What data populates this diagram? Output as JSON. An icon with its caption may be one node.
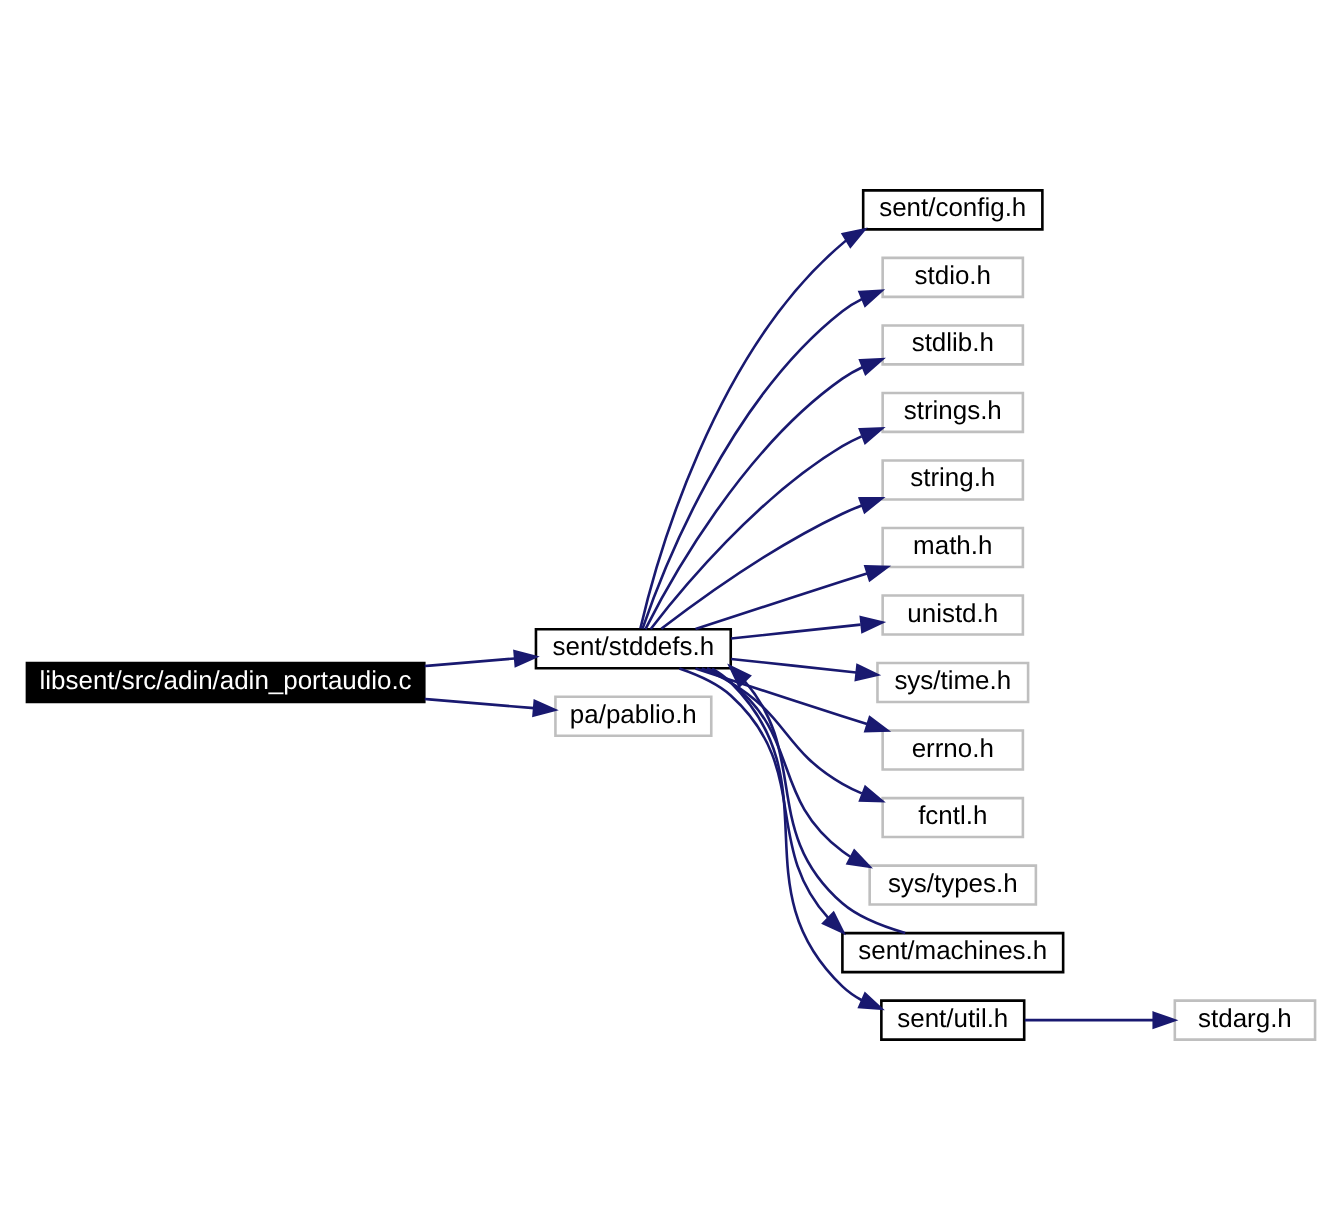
{
  "diagram": {
    "nodes": [
      {
        "text": [
          "libsent/src/adin/adin_portaudio.c"
        ]
      },
      {
        "text": [
          "sent/stddefs.h"
        ]
      },
      {
        "text": [
          "pa/pablio.h"
        ]
      },
      {
        "text": [
          "sent/config.h"
        ]
      },
      {
        "text": [
          "stdio.h"
        ]
      },
      {
        "text": [
          "stdlib.h"
        ]
      },
      {
        "text": [
          "strings.h"
        ]
      },
      {
        "text": [
          "string.h"
        ]
      },
      {
        "text": [
          "math.h"
        ]
      },
      {
        "text": [
          "unistd.h"
        ]
      },
      {
        "text": [
          "sys/time.h"
        ]
      },
      {
        "text": [
          "errno.h"
        ]
      },
      {
        "text": [
          "fcntl.h"
        ]
      },
      {
        "text": [
          "sys/types.h"
        ]
      },
      {
        "text": [
          "sent/machines.h"
        ]
      },
      {
        "text": [
          "sent/util.h"
        ]
      },
      {
        "text": [
          "stdarg.h"
        ]
      }
    ],
    "edges": [
      {
        "from": 0,
        "to": 1,
        "arrow": "to"
      },
      {
        "from": 0,
        "to": 2,
        "arrow": "to"
      },
      {
        "from": 1,
        "to": 3,
        "arrow": "to"
      },
      {
        "from": 1,
        "to": 4,
        "arrow": "to"
      },
      {
        "from": 1,
        "to": 5,
        "arrow": "to"
      },
      {
        "from": 1,
        "to": 6,
        "arrow": "to"
      },
      {
        "from": 1,
        "to": 7,
        "arrow": "to"
      },
      {
        "from": 1,
        "to": 8,
        "arrow": "to"
      },
      {
        "from": 1,
        "to": 9,
        "arrow": "to"
      },
      {
        "from": 1,
        "to": 10,
        "arrow": "to"
      },
      {
        "from": 1,
        "to": 11,
        "arrow": "to"
      },
      {
        "from": 1,
        "to": 12,
        "arrow": "to"
      },
      {
        "from": 1,
        "to": 13,
        "arrow": "to"
      },
      {
        "from": 1,
        "to": 14,
        "arrow": "to"
      },
      {
        "from": 1,
        "to": 15,
        "arrow": "to"
      },
      {
        "from": 14,
        "to": 1,
        "arrow": "to"
      },
      {
        "from": 15,
        "to": 16,
        "arrow": "to"
      }
    ]
  }
}
